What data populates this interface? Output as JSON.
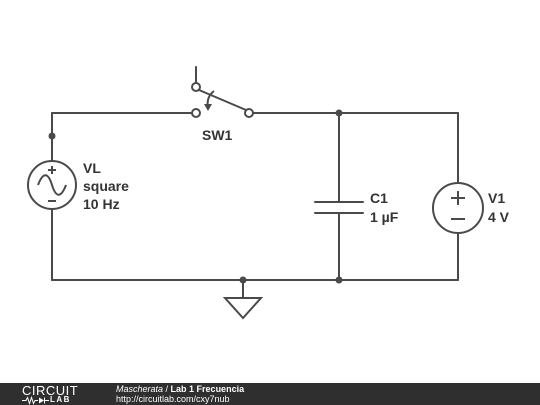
{
  "diagram": {
    "switch_label": "SW1",
    "source_vl": {
      "name": "VL",
      "type": "square",
      "frequency": "10 Hz"
    },
    "capacitor": {
      "name": "C1",
      "value": "1 µF"
    },
    "source_v1": {
      "name": "V1",
      "value": "4 V"
    }
  },
  "footer": {
    "logo_top": "CIRCUIT",
    "logo_bottom": "LAB",
    "author": "Mascherata",
    "separator": " / ",
    "title": "Lab 1 Frecuencia",
    "url": "http://circuitlab.com/cxy7nub"
  }
}
